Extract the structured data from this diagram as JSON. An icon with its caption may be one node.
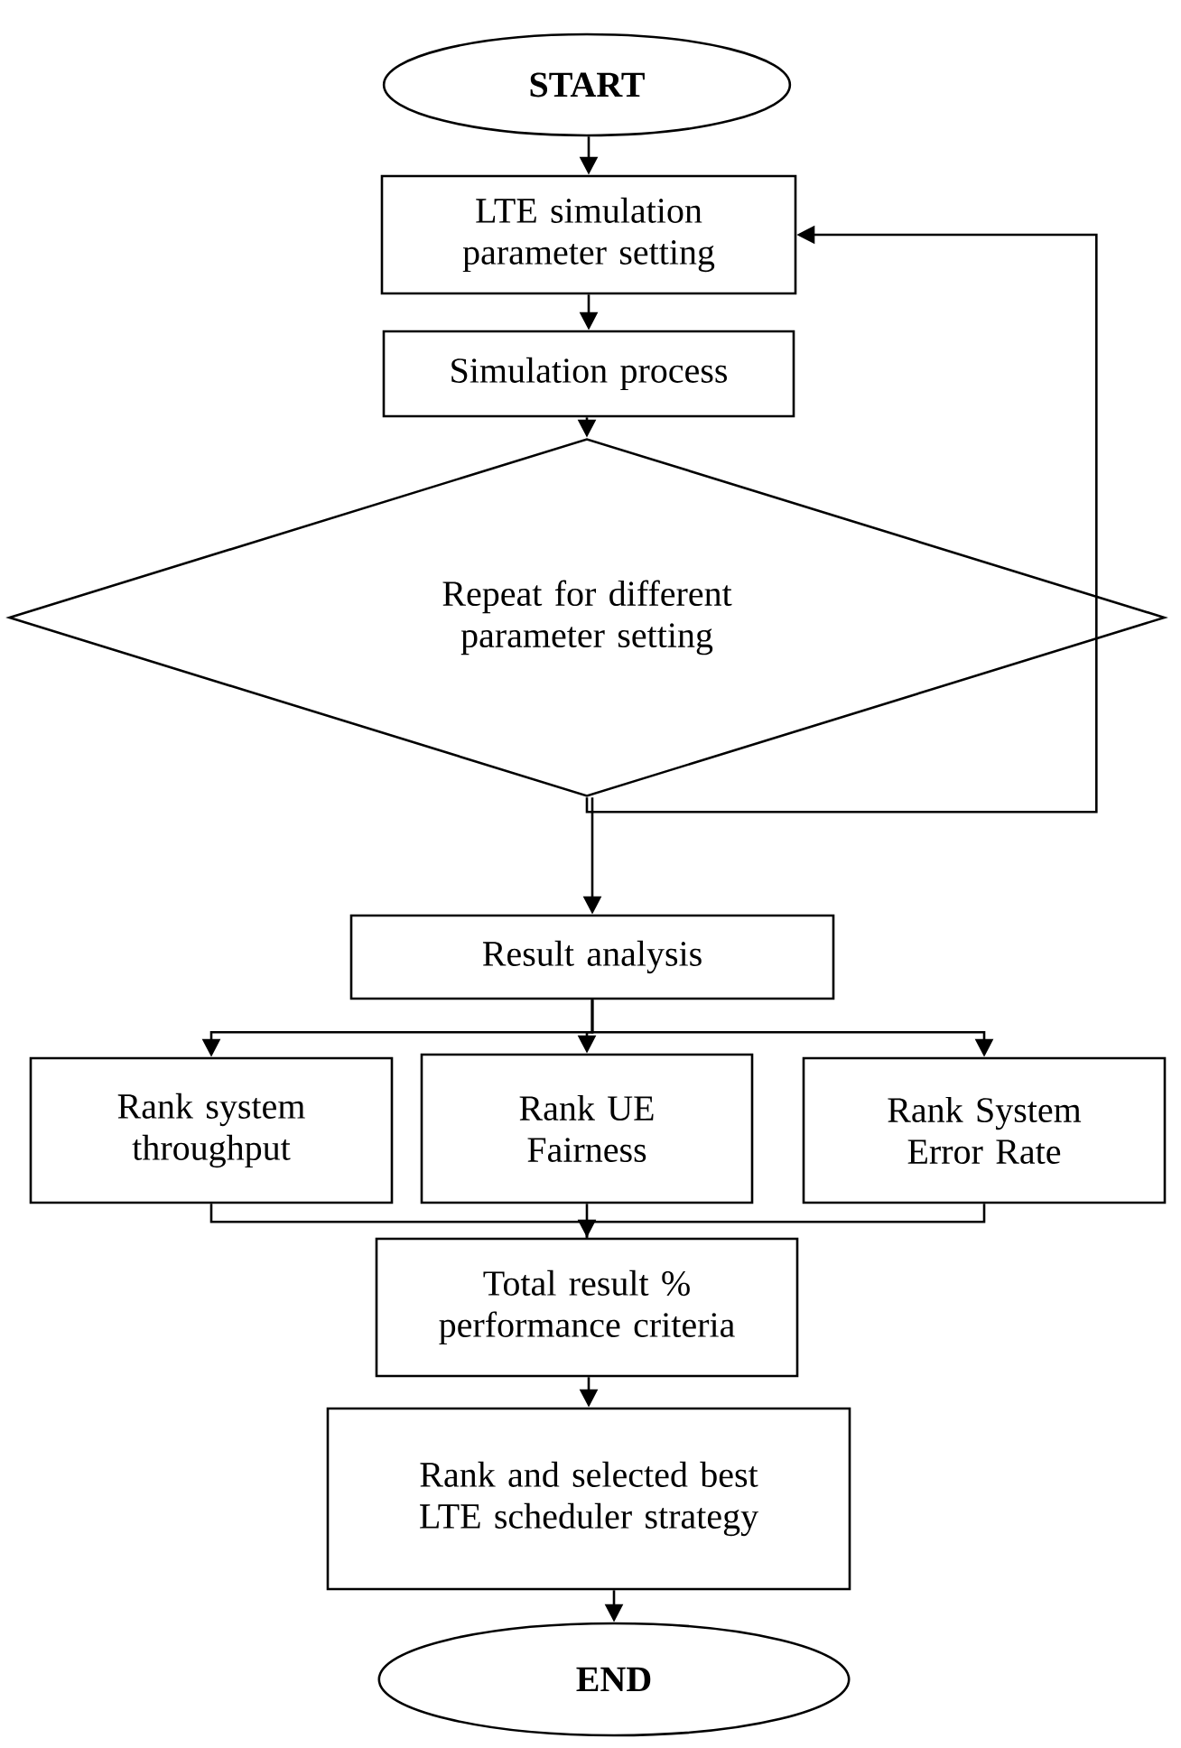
{
  "diagram": {
    "nodes": [
      {
        "text": [
          "START"
        ]
      },
      {
        "text": [
          "LTE simulation parameter setting"
        ]
      },
      {
        "text": [
          "Simulation process"
        ]
      },
      {
        "text": [
          "Repeat for different parameter setting"
        ]
      },
      {
        "text": [
          "Result analysis"
        ]
      },
      {
        "text": [
          "Rank system throughput"
        ]
      },
      {
        "text": [
          "Rank UE Fairness"
        ]
      },
      {
        "text": [
          "Rank System Error Rate"
        ]
      },
      {
        "text": [
          "Total result % performance criteria"
        ]
      },
      {
        "text": [
          "Rank and selected best LTE scheduler strategy"
        ]
      },
      {
        "text": [
          "END"
        ]
      }
    ],
    "edges": [
      {
        "from": 0,
        "to": 1,
        "arrow": "to"
      },
      {
        "from": 1,
        "to": 2,
        "arrow": "to"
      },
      {
        "from": 2,
        "to": 3,
        "arrow": "to"
      },
      {
        "from": 3,
        "to": 1,
        "arrow": "to"
      },
      {
        "from": 3,
        "to": 4,
        "arrow": "to"
      },
      {
        "from": 4,
        "to": 5,
        "arrow": "to"
      },
      {
        "from": 4,
        "to": 6,
        "arrow": "to"
      },
      {
        "from": 4,
        "to": 7,
        "arrow": "to"
      },
      {
        "from": 5,
        "to": 8,
        "arrow": "none"
      },
      {
        "from": 6,
        "to": 8,
        "arrow": "to"
      },
      {
        "from": 7,
        "to": 8,
        "arrow": "none"
      },
      {
        "from": 8,
        "to": 9,
        "arrow": "to"
      },
      {
        "from": 9,
        "to": 10,
        "arrow": "to"
      }
    ]
  }
}
